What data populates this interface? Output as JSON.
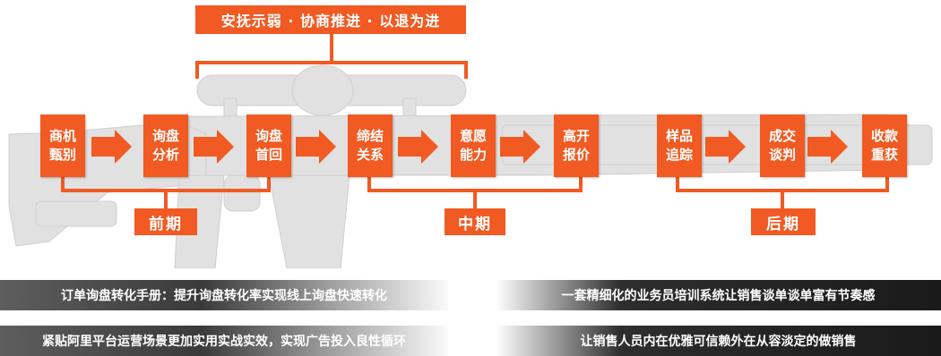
{
  "banner": "安抚示弱 · 协商推进 · 以退为进",
  "steps": [
    {
      "line1": "商机",
      "line2": "甄别"
    },
    {
      "line1": "询盘",
      "line2": "分析"
    },
    {
      "line1": "询盘",
      "line2": "首回"
    },
    {
      "line1": "缔结",
      "line2": "关系"
    },
    {
      "line1": "意愿",
      "line2": "能力"
    },
    {
      "line1": "高开",
      "line2": "报价"
    },
    {
      "line1": "样品",
      "line2": "追踪"
    },
    {
      "line1": "成交",
      "line2": "谈判"
    },
    {
      "line1": "收款",
      "line2": "重获"
    }
  ],
  "phases": {
    "early": "前期",
    "middle": "中期",
    "late": "后期"
  },
  "bars": {
    "left_top": "订单询盘转化手册：提升询盘转化率实现线上询盘快速转化",
    "left_bottom": "紧贴阿里平台运营场景更加实用实战实效，实现广告投入良性循环",
    "right_top": "一套精细化的业务员培训系统让销售谈单谈单富有节奏感",
    "right_bottom": "让销售人员内在优雅可信赖外在从容淡定的做销售"
  },
  "colors": {
    "accent": "#f15a22",
    "rifle": "#e1e1e1",
    "dark": "#1a1a1a"
  }
}
